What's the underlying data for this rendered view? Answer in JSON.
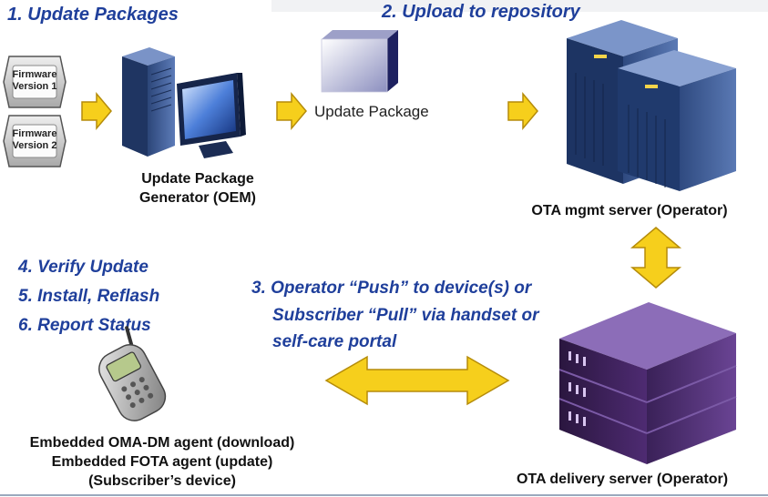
{
  "steps": {
    "step1": "1. Update Packages",
    "step2": "2. Upload to repository",
    "step3_line1": "3. Operator “Push” to device(s) or",
    "step3_line2": "Subscriber “Pull” via handset or",
    "step3_line3": "self-care portal",
    "step4": "4. Verify Update",
    "step5": "5. Install, Reflash",
    "step6": "6. Report Status"
  },
  "firmware": [
    {
      "line1": "Firmware",
      "line2": "Version 1"
    },
    {
      "line1": "Firmware",
      "line2": "Version 2"
    }
  ],
  "labels": {
    "generator_line1": "Update Package",
    "generator_line2": "Generator (OEM)",
    "update_package": "Update Package",
    "mgmt_server": "OTA mgmt server (Operator)",
    "delivery_server": "OTA delivery server (Operator)",
    "device_line1": "Embedded OMA-DM agent (download)",
    "device_line2": "Embedded FOTA agent (update)",
    "device_line3": "(Subscriber’s device)"
  },
  "icons": {
    "firmware": "firmware-chip-icon",
    "generator": "computer-workstation-icon",
    "package": "package-box-icon",
    "mgmt_server": "server-rack-icon",
    "delivery_server": "server-stack-icon",
    "device": "mobile-phone-icon",
    "arrow": "arrow-right-icon",
    "bidirectional_arrow": "double-arrow-icon"
  },
  "colors": {
    "step_text": "#1f3f9b",
    "arrow_fill": "#f6cf1c",
    "arrow_stroke": "#b58c0a",
    "server_blue": "#3a5b99",
    "server_purple": "#4a2a6a"
  }
}
